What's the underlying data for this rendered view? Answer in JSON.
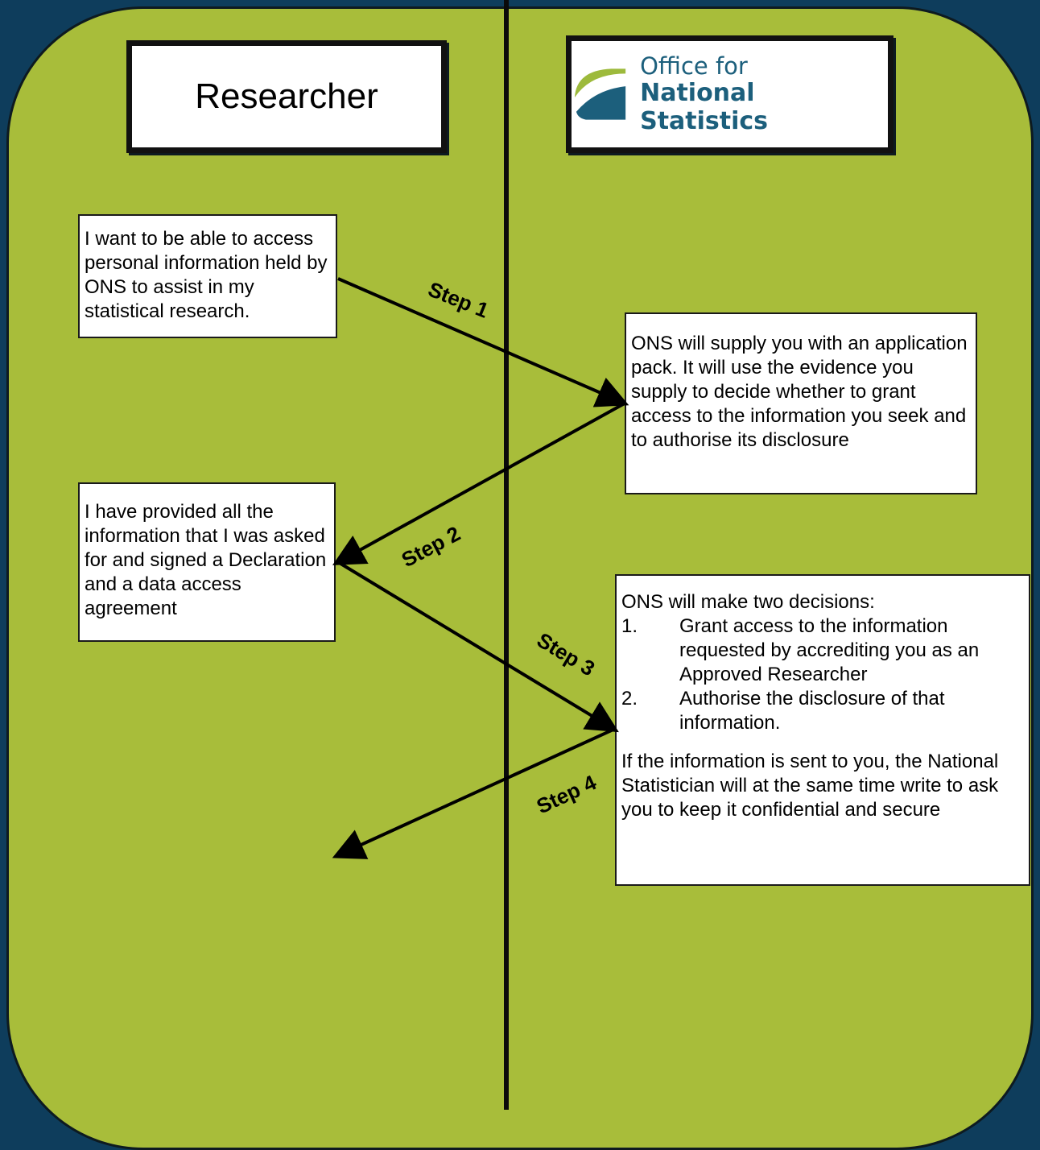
{
  "colors": {
    "background": "#0e3d5c",
    "panel": "#a8bd3a",
    "logo_primary": "#1c5f7c",
    "logo_accent": "#9dba3c"
  },
  "header": {
    "researcher_label": "Researcher",
    "ons_logo_line1": "Office for",
    "ons_logo_line2": "National Statistics"
  },
  "boxes": {
    "request": "I want to be able to access personal information held by ONS to assist in my statistical research.",
    "application": "ONS will supply you with an application pack.  It will use the evidence you supply to decide whether to grant access to the information you seek and to authorise its disclosure",
    "declaration": "I have provided all the information that I was asked for and signed a Declaration and a data access agreement",
    "decisions": {
      "intro": "ONS will make two decisions:",
      "items": [
        {
          "num": "1.",
          "text": "Grant access to the information requested by accrediting you as an Approved Researcher"
        },
        {
          "num": "2.",
          "text": "Authorise the disclosure of that information."
        }
      ],
      "closing": "If the information is sent to you, the National Statistician will at the same time write to ask you to keep it confidential and secure"
    }
  },
  "steps": [
    "Step 1",
    "Step 2",
    "Step 3",
    "Step 4"
  ]
}
